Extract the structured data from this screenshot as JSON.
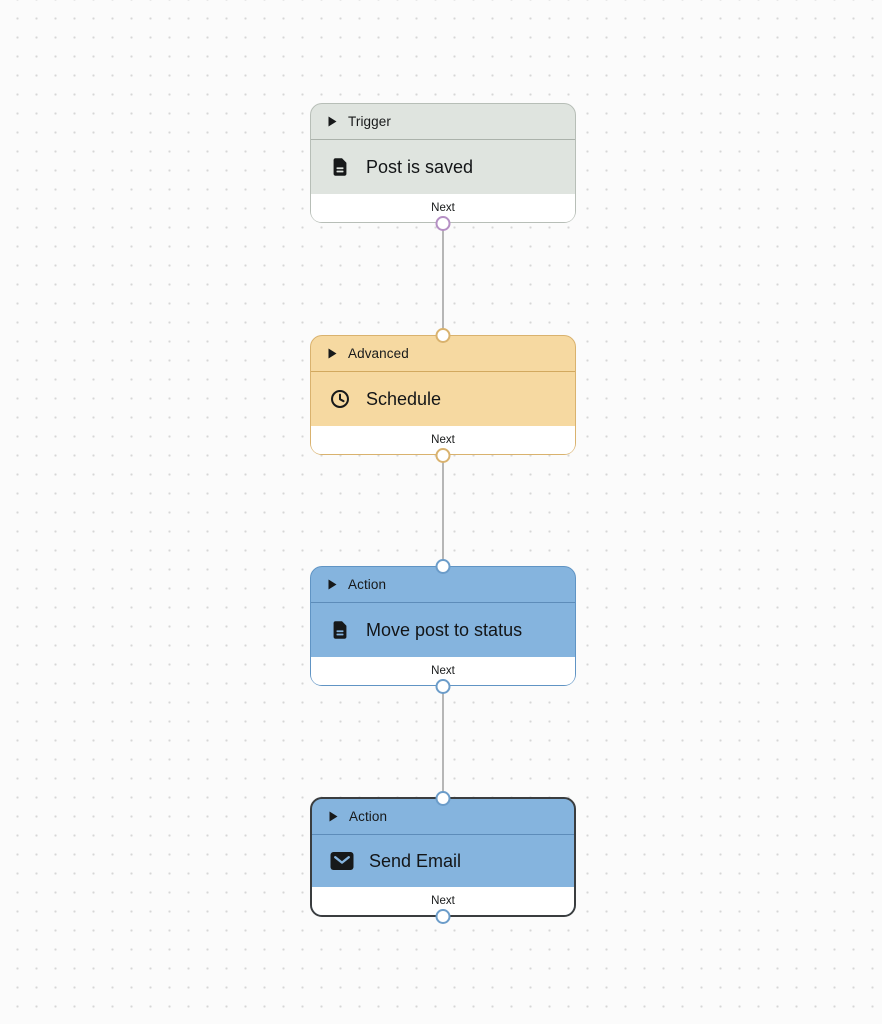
{
  "canvas": {
    "bg": "#fbfbfb",
    "dot_color": "#d6d6d6",
    "edge_color": "#b6b6b6"
  },
  "nodes": [
    {
      "category": "Trigger",
      "title": "Post is saved",
      "icon": "document-icon",
      "port_label": "Next",
      "selected": false,
      "has_input_handle": false,
      "colors": {
        "bg": "#dfe4df",
        "border": "#b7beb7",
        "divider": "#abb2ab",
        "handle": "#b58fc4"
      }
    },
    {
      "category": "Advanced",
      "title": "Schedule",
      "icon": "clock-icon",
      "port_label": "Next",
      "selected": false,
      "has_input_handle": true,
      "colors": {
        "bg": "#f6d9a1",
        "border": "#d9b26e",
        "divider": "#d2a95f",
        "handle": "#d9b26e"
      }
    },
    {
      "category": "Action",
      "title": "Move post to status",
      "icon": "document-icon",
      "port_label": "Next",
      "selected": false,
      "has_input_handle": true,
      "colors": {
        "bg": "#85b4de",
        "border": "#6094c4",
        "divider": "#5d8cb9",
        "handle": "#6b9cc9"
      }
    },
    {
      "category": "Action",
      "title": "Send Email",
      "icon": "mail-icon",
      "port_label": "Next",
      "selected": true,
      "has_input_handle": true,
      "colors": {
        "bg": "#85b4de",
        "border": "#3a3d3f",
        "divider": "#5d8cb9",
        "handle": "#6b9cc9"
      }
    }
  ]
}
